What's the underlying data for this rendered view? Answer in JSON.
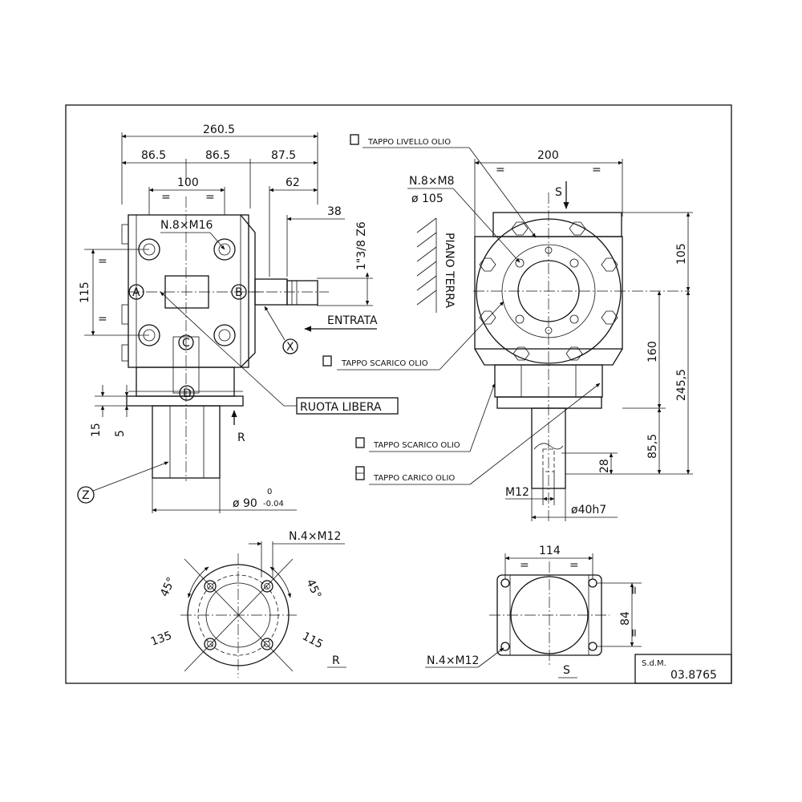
{
  "dims": {
    "overall_width": "260.5",
    "half_a": "86.5",
    "half_b": "86.5",
    "shaft_len": "87.5",
    "bolt_spacing": "100",
    "spline_len": "62",
    "spline_tip": "38",
    "spline_spec": "1\"3/8 Z6",
    "hole_spacing": "115",
    "side_bolts": "N.8×M16",
    "flange_15": "15",
    "flange_5": "5",
    "base_diam": "ø 90",
    "base_tol_upper": "0",
    "base_tol_lower": "-0.04",
    "eq": "="
  },
  "side_view": {
    "width": "200",
    "front_bolts": "N.8×M8",
    "front_diam": "ø 105",
    "height_105": "105",
    "height_160": "160",
    "height_245_5": "245,5",
    "height_85_5": "85,5",
    "key_28": "28",
    "key_thread": "M12",
    "shaft_diam": "ø40h7"
  },
  "bottom_left": {
    "bolts": "N.4×M12",
    "angle_a": "45°",
    "angle_b": "45°",
    "diam_135": "135",
    "diam_115": "115",
    "view_label": "R"
  },
  "bottom_right": {
    "width": "114",
    "height": "84",
    "bolts": "N.4×M12",
    "view_label": "S"
  },
  "labels": {
    "tappo_livello": "TAPPO LIVELLO OLIO",
    "tappo_scarico_1": "TAPPO SCARICO OLIO",
    "tappo_scarico_2": "TAPPO SCARICO OLIO",
    "tappo_carico": "TAPPO CARICO OLIO",
    "ruota_libera": "RUOTA LIBERA",
    "piano_terra": "PIANO TERRA",
    "entrata": "ENTRATA",
    "arrow_s": "S",
    "arrow_r": "R"
  },
  "markers": {
    "a": "A",
    "b": "B",
    "c": "C",
    "d": "D",
    "x": "X",
    "z": "Z"
  },
  "title_block": {
    "company": "S.d.M.",
    "code": "03.8765"
  }
}
